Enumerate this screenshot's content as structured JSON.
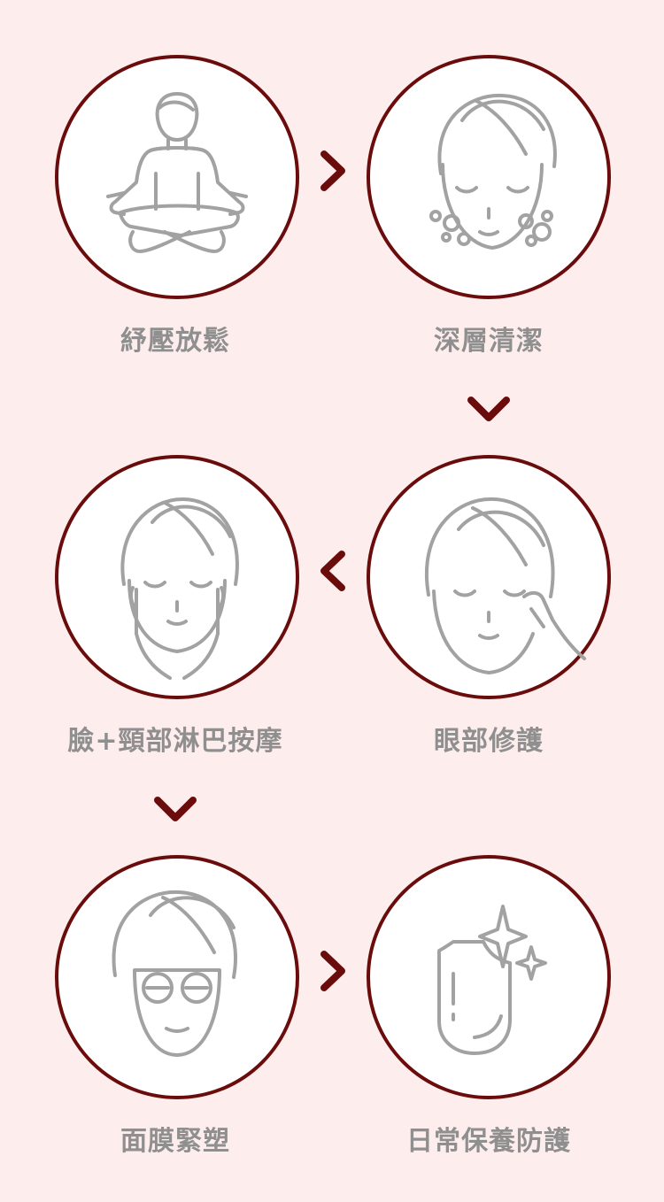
{
  "steps": [
    {
      "label": "紓壓放鬆",
      "icon": "meditation-icon"
    },
    {
      "label": "深層清潔",
      "icon": "face-cleansing-icon"
    },
    {
      "label": "眼部修護",
      "icon": "eye-care-icon"
    },
    {
      "label": "臉+頸部淋巴按摩",
      "icon": "face-massage-icon"
    },
    {
      "label": "面膜緊塑",
      "icon": "face-mask-icon"
    },
    {
      "label": "日常保養防護",
      "icon": "sparkle-shield-icon"
    }
  ],
  "colors": {
    "background": "#fdeeed",
    "accent": "#6b0c0c",
    "icon": "#a2a2a2",
    "label": "#8f8f8f"
  }
}
